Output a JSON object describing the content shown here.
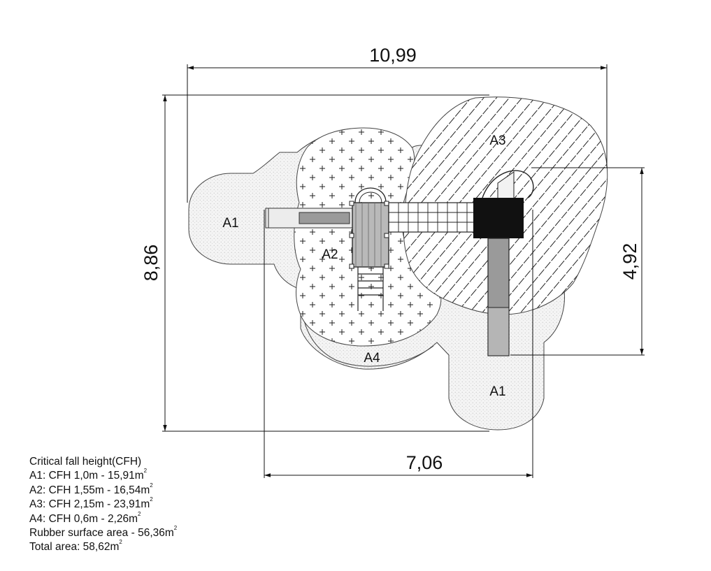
{
  "dimensions": {
    "width_total": "10,99",
    "height_total": "8,86",
    "structure_height": "4,92",
    "lower_width": "7,06"
  },
  "zones": {
    "a1_left": "A1",
    "a1_bottom": "A1",
    "a2": "A2",
    "a3": "A3",
    "a4": "A4"
  },
  "legend": {
    "title": "Critical fall height(CFH)",
    "rows": [
      {
        "text": "A1: CFH 1,0m - 15,91m",
        "sup": "2"
      },
      {
        "text": "A2: CFH 1,55m - 16,54m",
        "sup": "2"
      },
      {
        "text": "A3: CFH 2,15m - 23,91m",
        "sup": "2"
      },
      {
        "text": "A4: CFH 0,6m - 2,26m",
        "sup": "2"
      },
      {
        "text": "Rubber surface area - 56,36m",
        "sup": "2"
      },
      {
        "text": "Total area: 58,62m",
        "sup": "2"
      }
    ]
  }
}
